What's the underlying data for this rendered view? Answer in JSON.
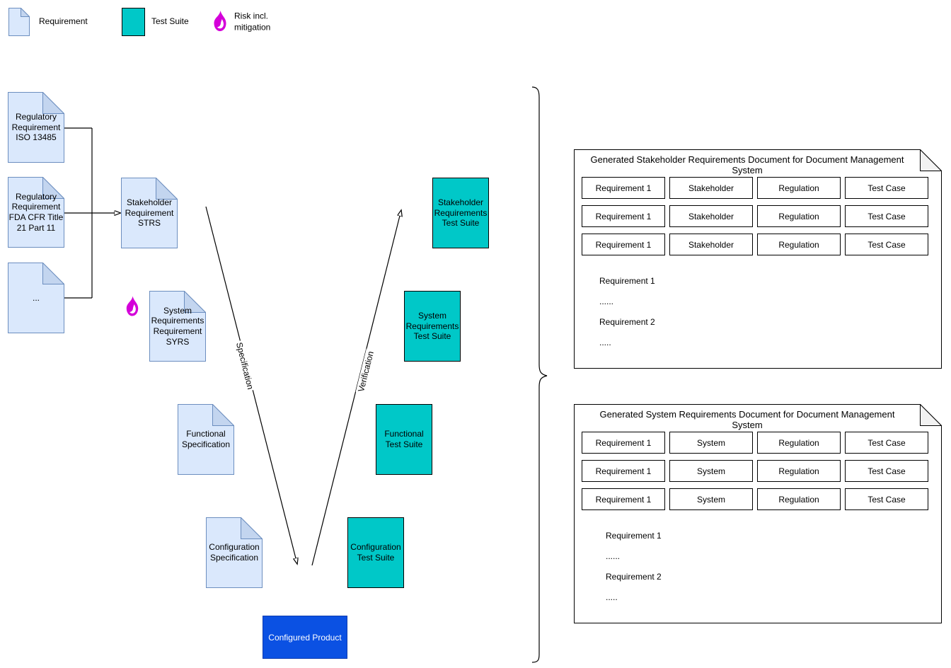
{
  "legend": {
    "requirement_label": "Requirement",
    "test_suite_label": "Test Suite",
    "risk_label": "Risk incl.\nmitigation"
  },
  "nodes": {
    "regulatory_iso": "Regulatory\nRequirement\nISO 13485",
    "regulatory_fda": "Regulatory\nRequirement\nFDA CFR Title\n21 Part 11",
    "more_requirements": "...",
    "stakeholder_requirement": "Stakeholder\nRequirement\nSTRS",
    "system_requirement": "System\nRequirements\nRequirement\nSYRS",
    "functional_specification": "Functional\nSpecification",
    "configuration_specification": "Configuration\nSpecification",
    "stakeholder_test_suite": "Stakeholder\nRequirements\nTest Suite",
    "system_test_suite": "System\nRequirements\nTest Suite",
    "functional_test_suite": "Functional\nTest Suite",
    "configuration_test_suite": "Configuration\nTest Suite",
    "configured_product": "Configured Product"
  },
  "edges": {
    "specification": "Specification",
    "verification": "Verification"
  },
  "generated_docs": [
    {
      "title": "Generated Stakeholder Requirements Document for Document Management System",
      "rows": [
        [
          "Requirement 1",
          "Stakeholder",
          "Regulation",
          "Test Case"
        ],
        [
          "Requirement 1",
          "Stakeholder",
          "Regulation",
          "Test Case"
        ],
        [
          "Requirement 1",
          "Stakeholder",
          "Regulation",
          "Test Case"
        ]
      ],
      "body": [
        "Requirement 1",
        "......",
        "Requirement 2",
        "....."
      ]
    },
    {
      "title": "Generated System Requirements Document for Document Management System",
      "rows": [
        [
          "Requirement 1",
          "System",
          "Regulation",
          "Test Case"
        ],
        [
          "Requirement 1",
          "System",
          "Regulation",
          "Test Case"
        ],
        [
          "Requirement 1",
          "System",
          "Regulation",
          "Test Case"
        ]
      ],
      "body": [
        "Requirement 1",
        "......",
        "Requirement 2",
        "....."
      ]
    }
  ],
  "colors": {
    "requirement_fill": "#dae8fc",
    "requirement_stroke": "#6c8ebf",
    "requirement_fold": "#c3d5ef",
    "test_suite_fill": "#00c8c8",
    "test_suite_stroke": "#000000",
    "product_fill": "#0b51e3",
    "product_text": "#ffffff",
    "risk_flame": "#d400d9",
    "line_color": "#000000",
    "gendoc_fold": "#f2f2f2"
  }
}
